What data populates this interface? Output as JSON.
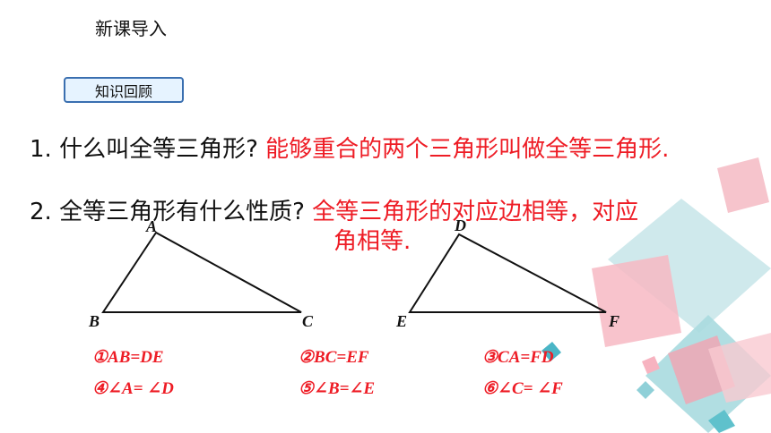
{
  "header": {
    "title": "新课导入"
  },
  "badge": {
    "label": "知识回顾"
  },
  "q1": {
    "question": "1. 什么叫全等三角形?",
    "answer": "能够重合的两个三角形叫做全等三角形."
  },
  "q2": {
    "question": "2. 全等三角形有什么性质?",
    "answer_line1": "全等三角形的对应边相等，对应",
    "answer_line2": "角相等."
  },
  "triangle1": {
    "labels": {
      "a": "A",
      "b": "B",
      "c": "C"
    }
  },
  "triangle2": {
    "labels": {
      "d": "D",
      "e": "E",
      "f": "F"
    }
  },
  "properties": [
    "①AB=DE",
    "②BC=EF",
    "③CA=FD",
    "④∠A= ∠D",
    "⑤∠B=∠E",
    "⑥∠C= ∠F"
  ],
  "colors": {
    "accent": "#ee1c25",
    "badge_border": "#3a6fb0",
    "badge_fill": "#e6f3ff",
    "deco_pink": "#f6b9c4",
    "deco_teal": "#9fd3d9"
  }
}
